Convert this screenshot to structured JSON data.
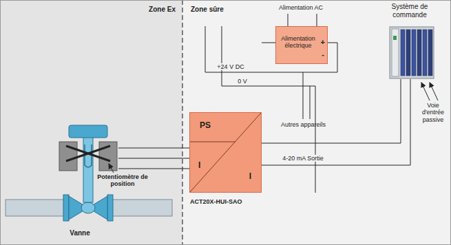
{
  "diagram": {
    "nodes": [
      {
        "text": [
          "Zone Ex"
        ]
      },
      {
        "text": [
          "Vanne"
        ],
        "in": 0
      },
      {
        "text": [
          "Zone sûre"
        ]
      },
      {
        "text": [
          "Alimentation électrique",
          "+",
          "-"
        ],
        "in": 2
      },
      {
        "text": [
          "Système de commande"
        ],
        "in": 2
      },
      {
        "text": [
          "PS",
          "I",
          "I",
          "ACT20X-HUI-SAO"
        ],
        "in": 2
      }
    ],
    "edges": [
      {
        "from": 3,
        "to": 5,
        "label": "+24 V DC",
        "arrow": "none"
      },
      {
        "from": 3,
        "to": 5,
        "label": "0 V",
        "arrow": "none"
      },
      {
        "from": 5,
        "to": 4,
        "arrow": "none"
      },
      {
        "from": 5,
        "to": 4,
        "label": "4-20 mA Sortie",
        "arrow": "none"
      },
      {
        "from": 1,
        "to": 5,
        "arrow": "none"
      },
      {
        "from": 1,
        "to": 5,
        "arrow": "none"
      },
      {
        "from": 1,
        "to": 5,
        "arrow": "none"
      }
    ],
    "labels": [
      "Alimentation AC",
      "Autres appareils",
      "Potentiomètre de position",
      "Voie d'entrée passive"
    ]
  }
}
